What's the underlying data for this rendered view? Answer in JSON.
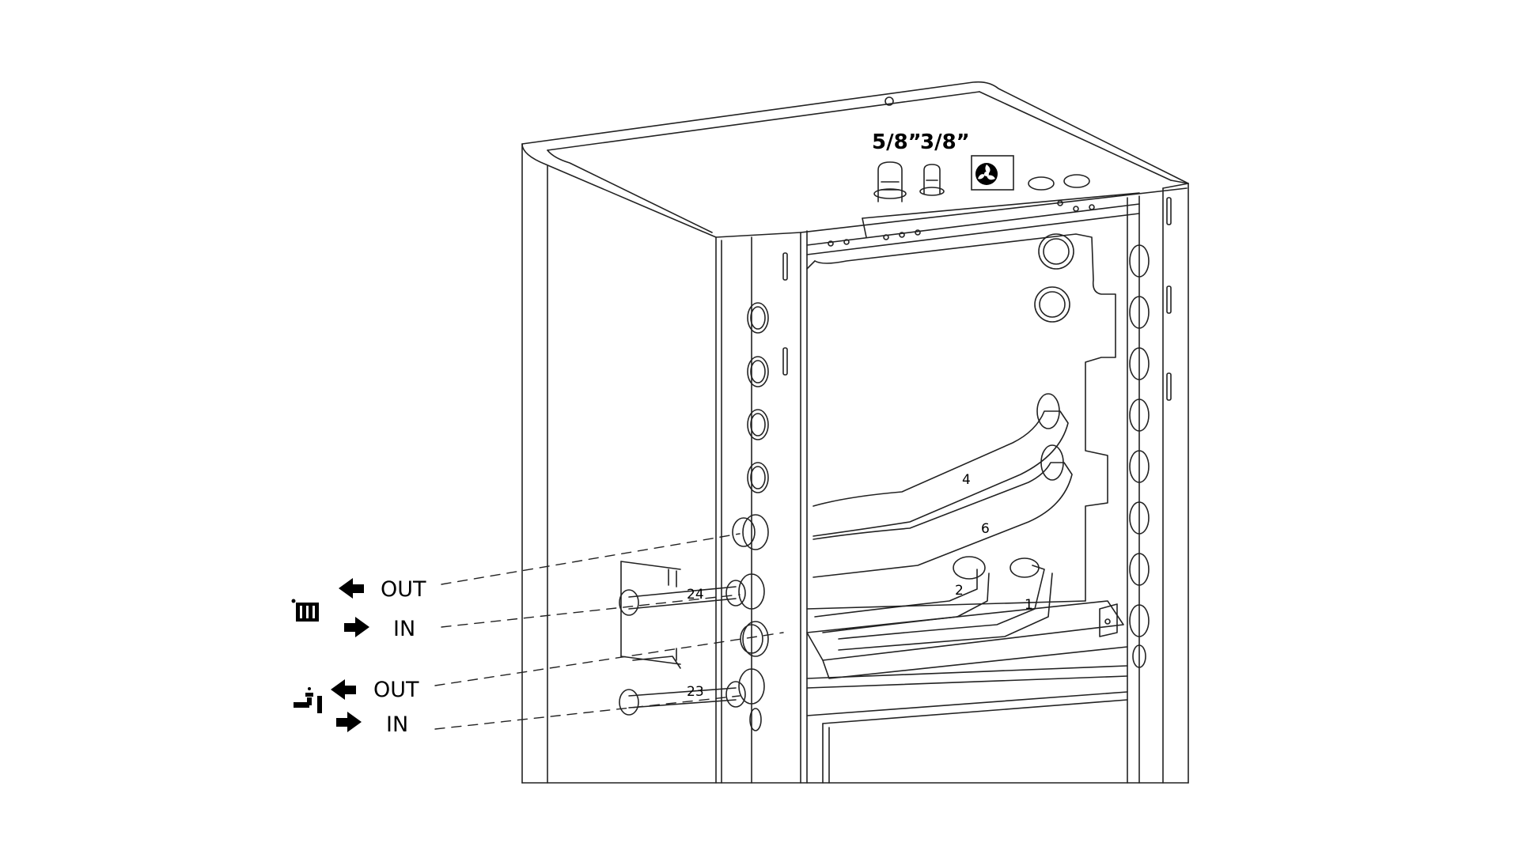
{
  "connections": {
    "gas_pipe": "5/8”",
    "liquid_pipe": "3/8”",
    "heating": {
      "out": "OUT",
      "in": "IN",
      "icon": "radiator-icon"
    },
    "dhw": {
      "out": "OUT",
      "in": "IN",
      "icon": "tap-icon"
    },
    "outdoor_unit_icon": "fan-icon"
  },
  "parts": {
    "p1": "1",
    "p2": "2",
    "p4": "4",
    "p6": "6",
    "p23": "23",
    "p24": "24"
  },
  "colors": {
    "line": "#222222",
    "background": "#ffffff",
    "icon": "#000000"
  }
}
